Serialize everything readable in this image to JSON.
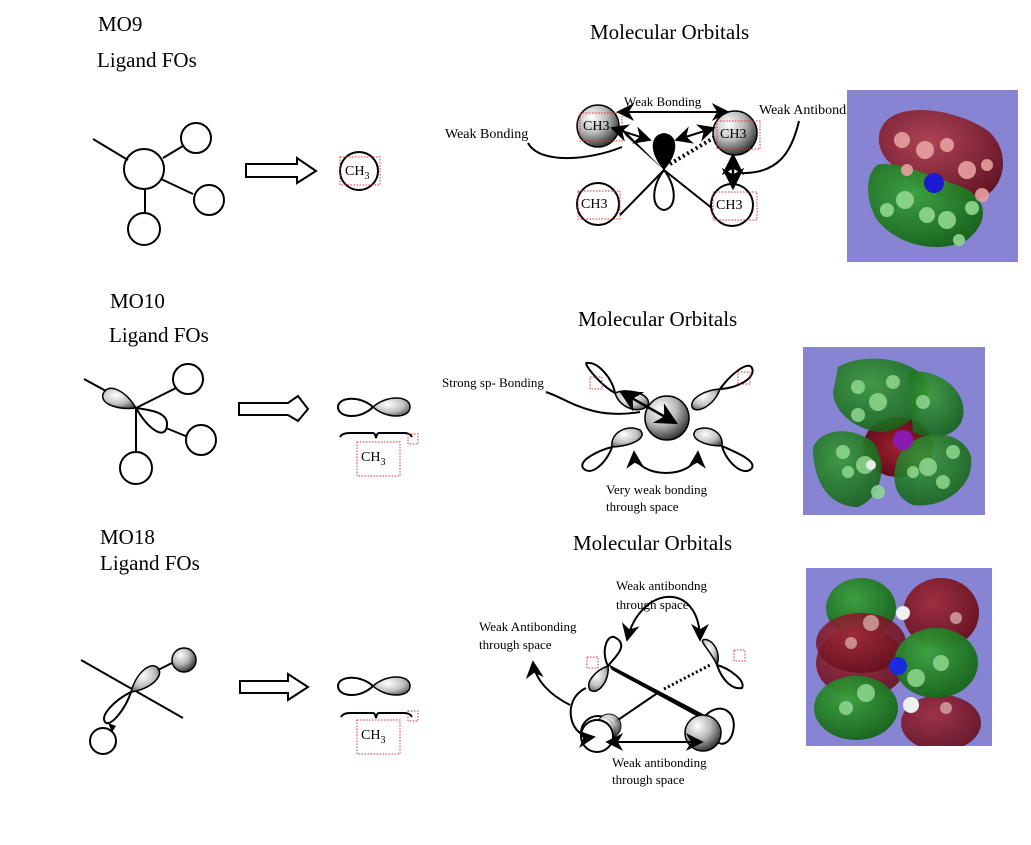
{
  "sections": [
    {
      "id": "mo9",
      "mo_label": "MO9",
      "ligand_label": "Ligand FOs",
      "fragment_label": "CH",
      "fragment_subscript": "3",
      "mo_title": "Molecular Orbitals",
      "group_labels": [
        "CH3",
        "CH3",
        "CH3",
        "CH3"
      ],
      "annotations": [
        "Weak Bonding",
        "Weak Bonding",
        "Weak Antibonding"
      ]
    },
    {
      "id": "mo10",
      "mo_label": "MO10",
      "ligand_label": "Ligand FOs",
      "fragment_label": "CH",
      "fragment_subscript": "3",
      "mo_title": "Molecular Orbitals",
      "annotations": [
        "Strong  sp- Bonding",
        "Very weak bonding",
        "through space"
      ]
    },
    {
      "id": "mo18",
      "mo_label": "MO18",
      "ligand_label": "Ligand FOs",
      "fragment_label": "CH",
      "fragment_subscript": "3",
      "mo_title": "Molecular Orbitals",
      "annotations": [
        [
          "Weak antibondng",
          "through space"
        ],
        [
          "Weak Antibonding",
          "through space"
        ],
        [
          "Weak antibonding",
          "through space"
        ]
      ]
    }
  ],
  "colors": {
    "panel_bg": "#8784d4",
    "lobe_positive": "#1e7a1e",
    "lobe_negative": "#7a1420",
    "central_atom_mo9": "#1a1ad0",
    "central_atom_mo10": "#8a1ab0",
    "central_atom_mo18": "#1a2ae0",
    "spellcheck_box": "#e03030"
  }
}
